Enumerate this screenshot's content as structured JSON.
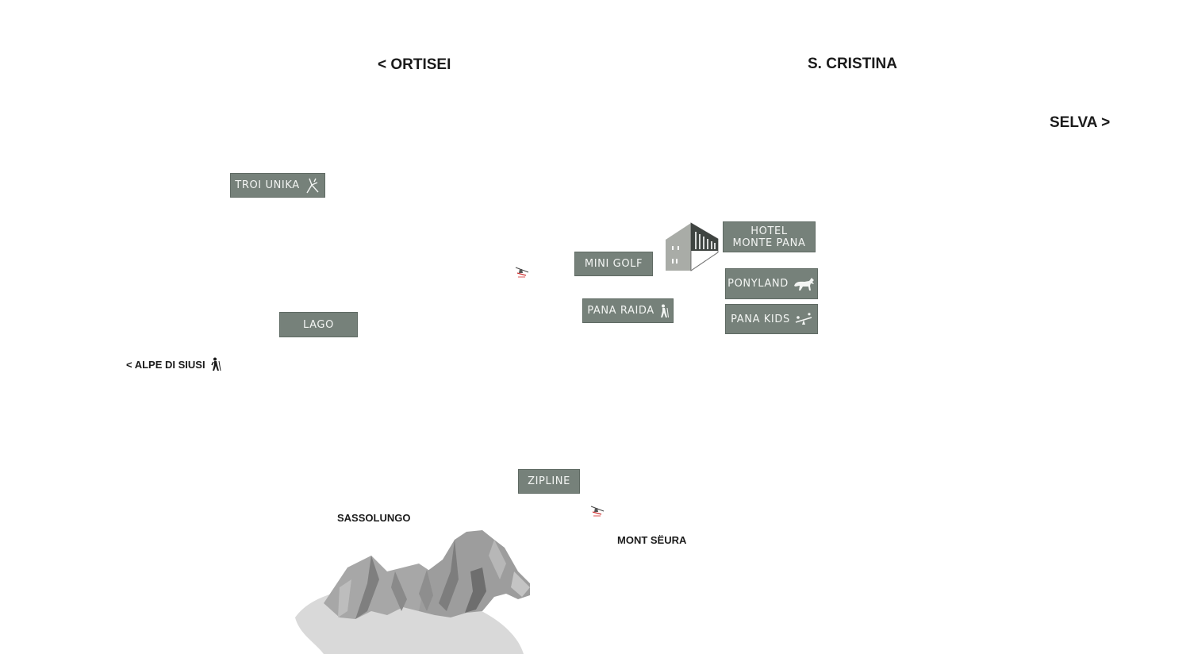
{
  "places": {
    "ortisei": "< ORTISEI",
    "s_cristina": "S. CRISTINA",
    "selva": "SELVA >",
    "alpe_di_siusi": "< ALPE DI SIUSI",
    "sassolungo": "SASSOLUNGO",
    "mont_seura": "MONT SËURA"
  },
  "tags": {
    "troi_unika": "TROI UNIKA",
    "hotel_line1": "HOTEL",
    "hotel_line2": "MONTE PANA",
    "mini_golf": "MINI GOLF",
    "ponyland": "PONYLAND",
    "pana_raida": "PANA RAIDA",
    "pana_kids": "PANA KIDS",
    "lago": "LAGO",
    "zipline": "ZIPLINE"
  },
  "icons": {
    "troi_unika": "stick-figure-icon",
    "ponyland": "horse-icon",
    "pana_raida": "hiker-icon",
    "pana_kids": "seesaw-icon",
    "alpe_di_siusi": "hiker-icon",
    "hotel": "hotel-building-icon",
    "zipline_marker": "zipline-marker-icon",
    "mountain": "sassolungo-mountain-illustration"
  },
  "colors": {
    "tag_bg": "#76817a",
    "tag_text": "#f3f5f3",
    "label_text": "#1b1b1b"
  }
}
